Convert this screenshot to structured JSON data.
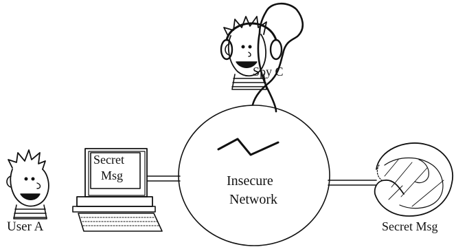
{
  "labels": {
    "spy": "Spy C",
    "user": "User A",
    "receiver": "Secret Msg",
    "network_line1": "Insecure",
    "network_line2": "Network"
  },
  "monitor": {
    "line1": "Secret",
    "line2": "Msg"
  },
  "colors": {
    "ink": "#111111",
    "background": "#ffffff"
  },
  "icons": [
    "spy-cartoon-icon",
    "user-cartoon-icon",
    "computer-icon",
    "lightning-icon",
    "nautilus-shell-icon"
  ]
}
